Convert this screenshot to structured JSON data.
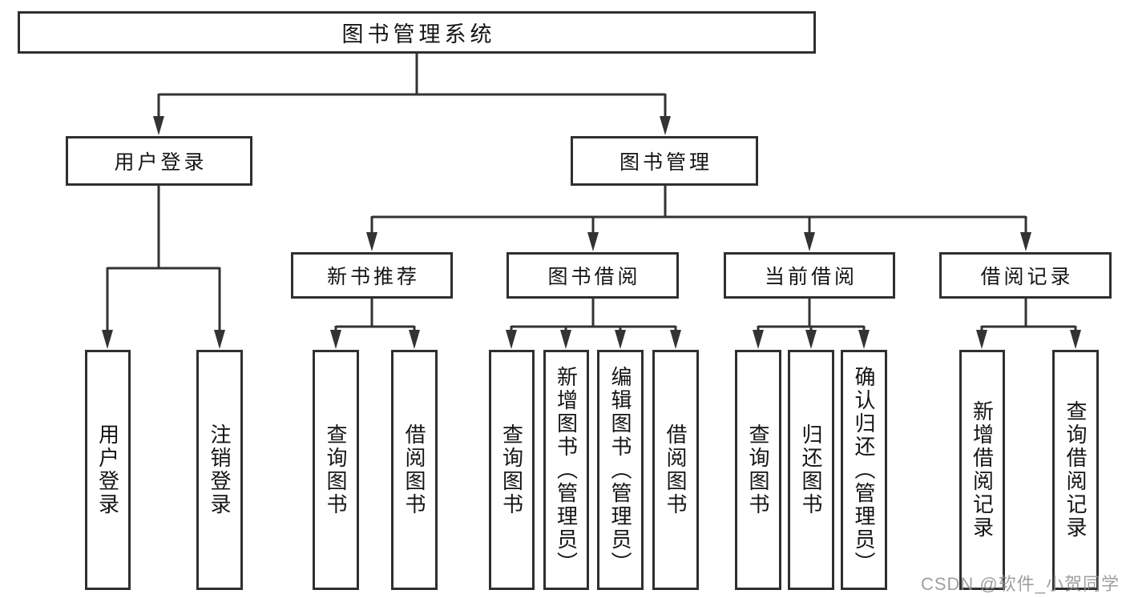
{
  "diagram": {
    "title": "图书管理系统",
    "level2": {
      "user_login": {
        "label": "用户登录"
      },
      "book_management": {
        "label": "图书管理"
      }
    },
    "level3": {
      "new_book": {
        "label": "新书推荐"
      },
      "book_borrow": {
        "label": "图书借阅"
      },
      "current_borrow": {
        "label": "当前借阅"
      },
      "borrow_records": {
        "label": "借阅记录"
      }
    },
    "leaves": {
      "user_login": [
        "用户登录",
        "注销登录"
      ],
      "new_book": [
        "查询图书",
        "借阅图书"
      ],
      "book_borrow": [
        "查询图书",
        "新增图书（管理员）",
        "编辑图书（管理员）",
        "借阅图书"
      ],
      "current_borrow": [
        "查询图书",
        "归还图书",
        "确认归还（管理员）"
      ],
      "borrow_records": [
        "新增借阅记录",
        "查询借阅记录"
      ]
    }
  },
  "watermark": "CSDN @软件_小贺同学",
  "colors": {
    "line": "#333333",
    "box_border": "#2f2f2f",
    "text": "#151515",
    "watermark": "#8f8f8f",
    "background": "#ffffff"
  }
}
